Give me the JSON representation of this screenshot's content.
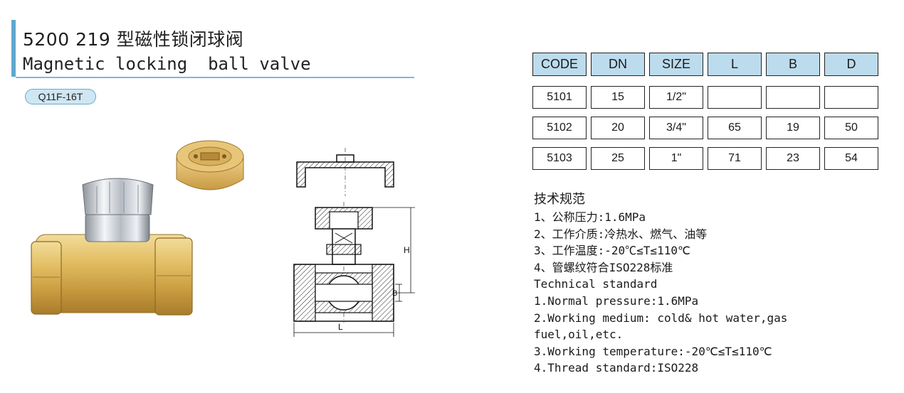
{
  "title": {
    "chinese": "5200 219 型磁性锁闭球阀",
    "english": "Magnetic locking  ball valve"
  },
  "model_badge": "Q11F-16T",
  "drawing_labels": {
    "height": "H",
    "bore": "B",
    "length": "L"
  },
  "table": {
    "headers": [
      "CODE",
      "DN",
      "SIZE",
      "L",
      "B",
      "D"
    ],
    "rows": [
      [
        "5101",
        "15",
        "1/2\"",
        "",
        "",
        ""
      ],
      [
        "5102",
        "20",
        "3/4\"",
        "65",
        "19",
        "50"
      ],
      [
        "5103",
        "25",
        "1\"",
        "71",
        "23",
        "54"
      ]
    ]
  },
  "standards": {
    "cn_heading": "技术规范",
    "cn_lines": [
      "1、公称压力:1.6MPa",
      "2、工作介质:冷热水、燃气、油等",
      "3、工作温度:-20℃≤T≤110℃",
      "4、管螺纹符合ISO228标准"
    ],
    "en_heading": "Technical standard",
    "en_lines": [
      "1.Normal pressure:1.6MPa",
      "2.Working medium: cold& hot water,gas",
      "fuel,oil,etc.",
      "3.Working temperature:-20℃≤T≤110℃",
      "4.Thread standard:ISO228"
    ]
  },
  "colors": {
    "accent_blue": "#5fa7cf",
    "header_fill": "#bcdcee",
    "brass": "#d9b25a",
    "chrome": "#c8ccd2"
  }
}
